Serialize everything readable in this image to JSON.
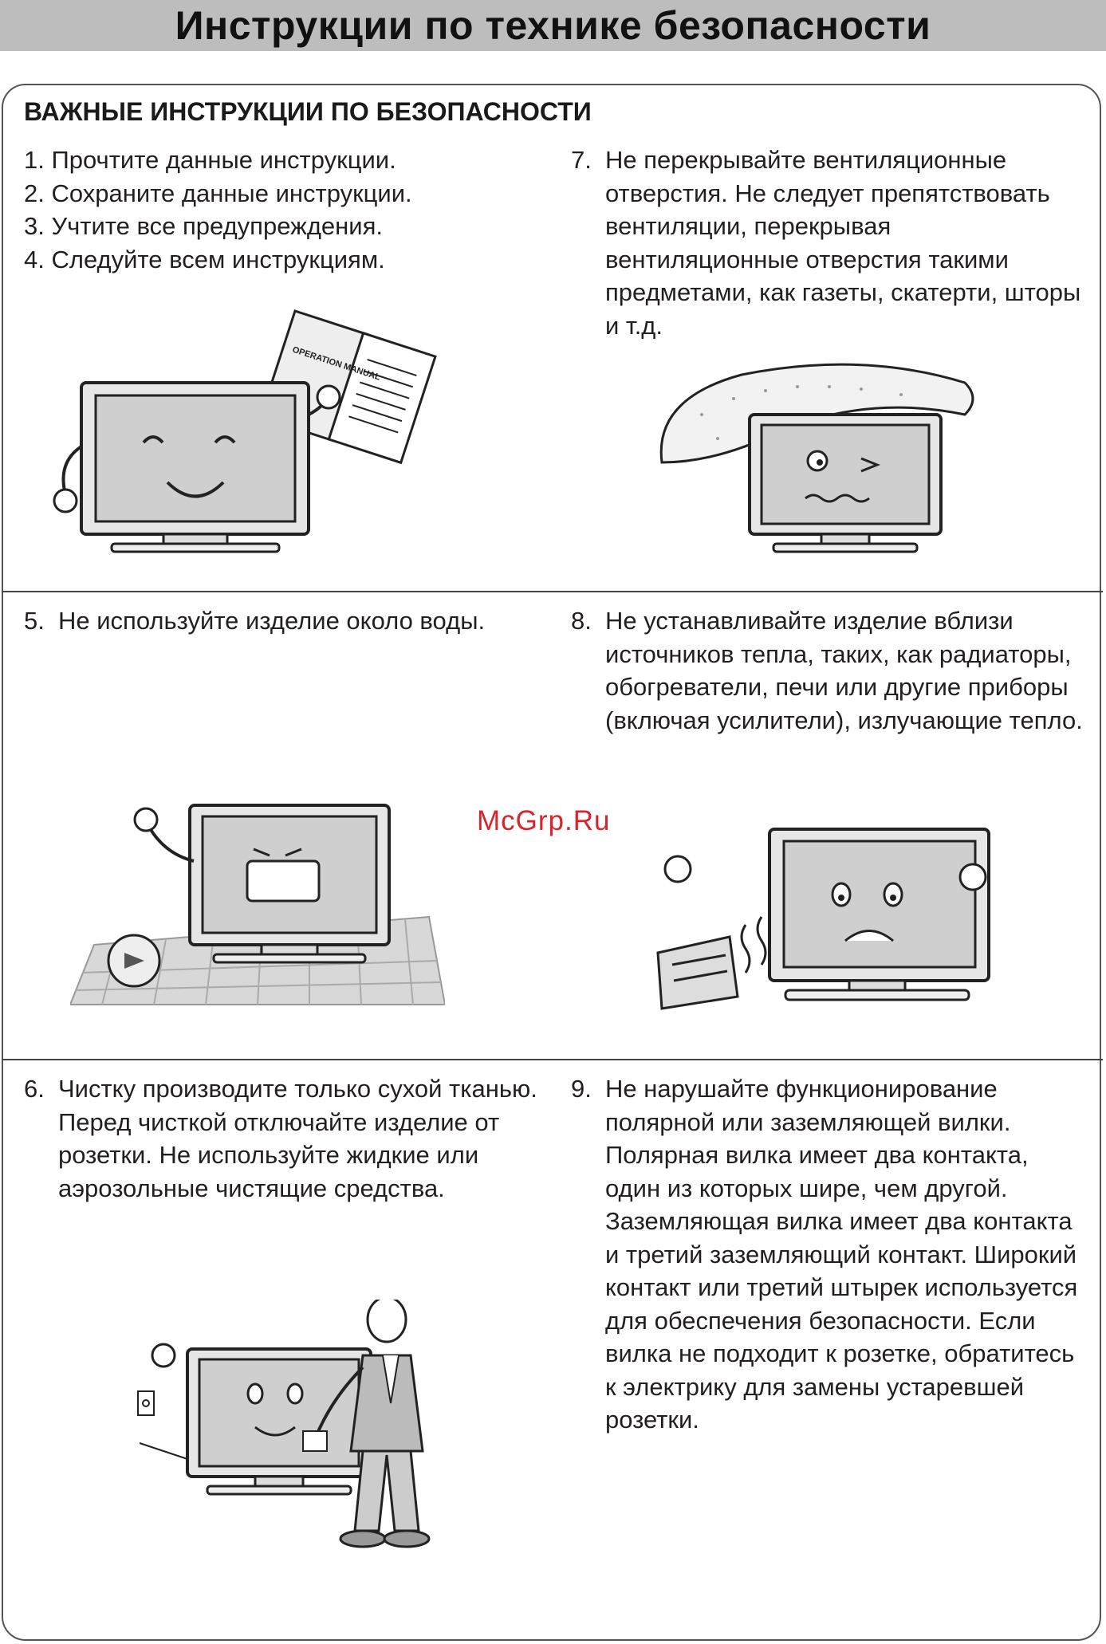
{
  "header": {
    "title": "Инструкции по технике безопасности"
  },
  "section_heading": "ВАЖНЫЕ ИНСТРУКЦИИ ПО БЕЗОПАСНОСТИ",
  "items": {
    "i1": "1. Прочтите данные инструкции.",
    "i2": "2. Сохраните данные инструкции.",
    "i3": "3. Учтите все предупреждения.",
    "i4": "4. Следуйте всем инструкциям.",
    "i5": {
      "num": "5.",
      "text": "Не используйте изделие около воды."
    },
    "i6": {
      "num": "6.",
      "text": "Чистку производите только сухой тканью. Перед чисткой отключайте изделие от розетки. Не используйте жидкие или аэрозольные чистящие средства."
    },
    "i7": {
      "num": "7.",
      "text": "Не перекрывайте вентиляционные отверстия. Не следует препятствовать вентиляции, перекрывая вентиляционные отверстия такими предметами, как газеты, скатерти, шторы и т.д."
    },
    "i8": {
      "num": "8.",
      "text": "Не устанавливайте изделие вблизи источников тепла, таких, как радиаторы, обогреватели, печи или другие приборы (включая усилители), излучающие тепло."
    },
    "i9": {
      "num": "9.",
      "text": "Не нарушайте функционирование полярной или заземляющей вилки. Полярная вилка имеет два контакта, один из которых шире, чем другой. Заземляющая вилка имеет два контакта и третий заземляющий контакт. Широкий контакт или третий штырек используется для обеспечения безопасности. Если вилка не подходит к розетке, обратитесь к электрику для замены устаревшей розетки."
    }
  },
  "illustrations": {
    "manual_cover_text": "OPERATION MANUAL"
  },
  "watermark": "McGrp.Ru",
  "colors": {
    "title_bar": "#bdbdbd",
    "watermark": "#d9242b",
    "rule": "#444444"
  }
}
